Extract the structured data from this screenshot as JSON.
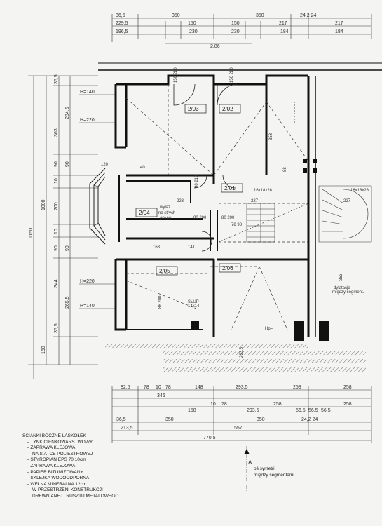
{
  "top_dimensions": {
    "row1": [
      "36,5",
      "350",
      "350",
      "24,2 24"
    ],
    "row2": [
      "229,5",
      "150",
      "150",
      "217",
      "217"
    ],
    "row3": [
      "196,5",
      "230",
      "230",
      "184",
      "184"
    ],
    "row4": [
      "2,86"
    ]
  },
  "left_dimensions": {
    "outer": [
      "1150"
    ],
    "middle": [
      "1000"
    ],
    "inner": [
      "36,5",
      "363",
      "284,5",
      "90",
      "90",
      "10",
      "200",
      "10",
      "90",
      "90",
      "344",
      "265,5",
      "150",
      "36,5"
    ],
    "levels": [
      "H=140",
      "H=220",
      "H=220",
      "H=140"
    ]
  },
  "rooms": {
    "r203": "2/03",
    "r202": "2/02",
    "r201": "2/01",
    "r204": "2/04",
    "r205": "2/05",
    "r206": "2/06"
  },
  "annotations": {
    "wyloz": "wyłaz",
    "na_strych": "na strych",
    "wyloz_size": "80x80",
    "stair_left": "16x18x28",
    "stair_right": "16x18x28",
    "slup": "SŁUP",
    "slup_size": "14x14",
    "dylatacja": "dylatacja",
    "miedzy_segm": "między segment.",
    "val_223": "223",
    "val_227a": "227",
    "val_227b": "227",
    "val_168": "168",
    "val_141": "141",
    "val_80_200a": "80 200",
    "val_80_200b": "80 200",
    "val_78_98": "78 98",
    "val_353a": "353",
    "val_353b": "353",
    "val_88": "88",
    "val_80_210": "80 210",
    "val_150_210a": "150 210",
    "val_150_210b": "150 210",
    "val_120": "120",
    "val_40": "40",
    "val_86_200": "86 200",
    "val_293_5": "293,5",
    "hp": "Hp="
  },
  "bottom_dimensions": {
    "row1": [
      "82,5",
      "78",
      "10",
      "78",
      "148",
      "293,5",
      "258",
      "258"
    ],
    "row2": [
      "346",
      "158",
      "10",
      "78",
      "293,5",
      "258",
      "56,5",
      "56,5",
      "56,5",
      "258"
    ],
    "row3": [
      "36,5",
      "350",
      "350",
      "24,2 24"
    ],
    "row4": [
      "213,5",
      "557"
    ],
    "row5": [
      "770,5"
    ]
  },
  "legend": {
    "title": "ŚCIANKI BOCZNE LASKÓŁEK",
    "items": [
      "TYNK CIENKOWARSTWOWY",
      "ZAPRAWA KLEJOWA",
      "NA SIATCE POLIESTROWEJ",
      "STYROPIAN EPS 70 10cm",
      "ZAPRAWA KLEJOWA",
      "PAPIER BITUMIZOWANY",
      "SKLEJKA WODOODPORNA",
      "WEŁNA MINERALNA 12cm",
      "W PRZESTRZENI KONSTRUKCJI",
      "DREWNIANEJ I RUSZTU METALOWEGO"
    ]
  },
  "axis_note": {
    "marker": "A",
    "line1": "oś symetrii",
    "line2": "między segmentami"
  }
}
